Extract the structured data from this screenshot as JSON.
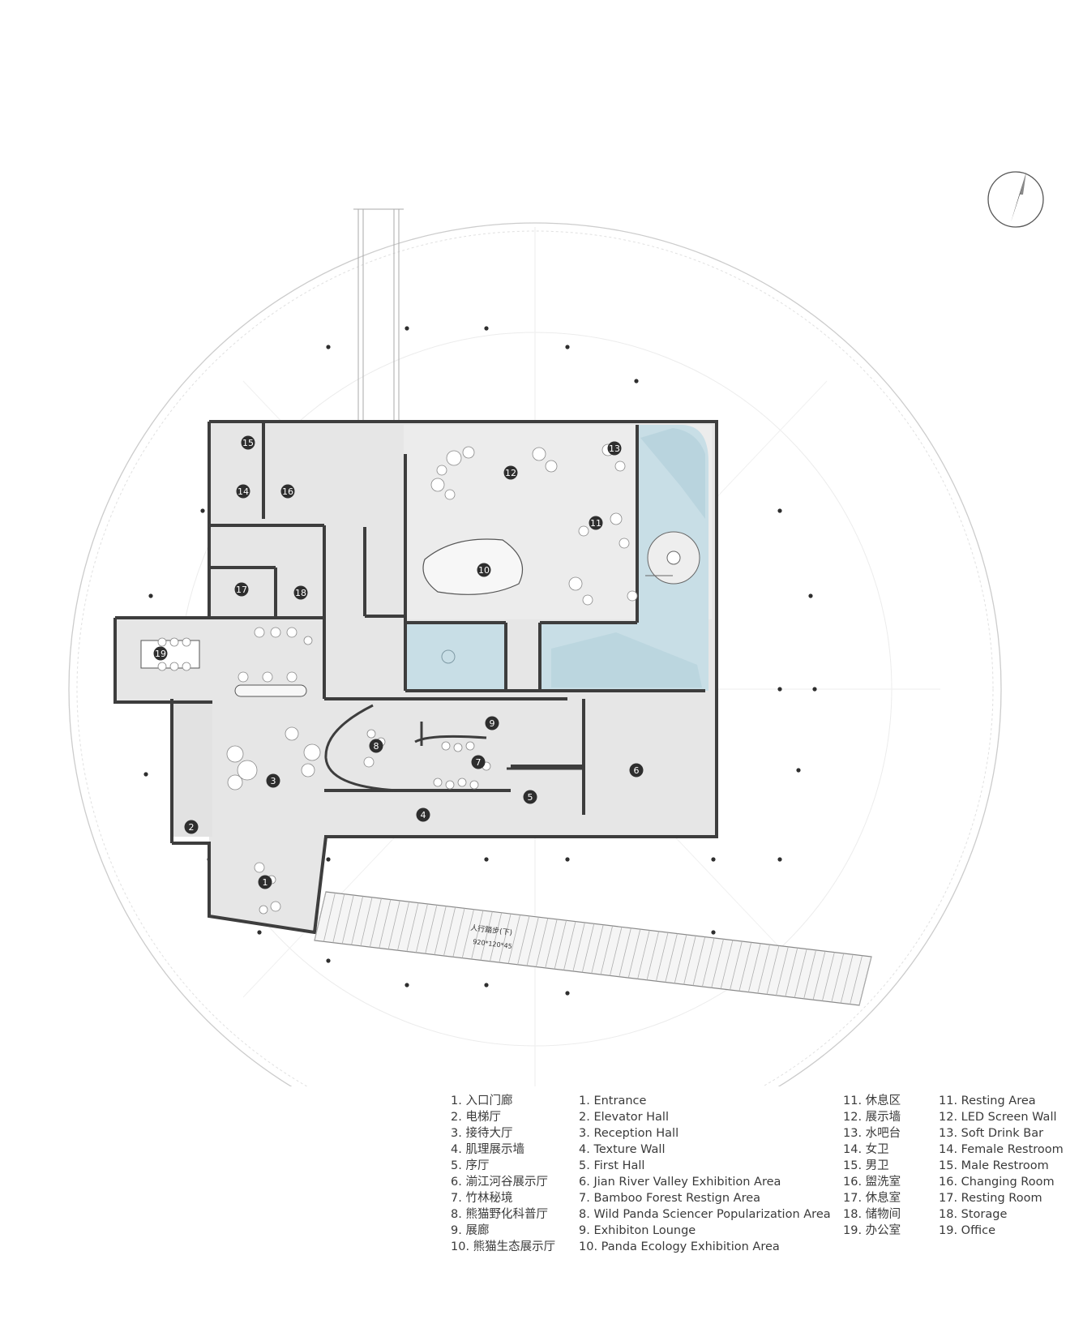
{
  "plan": {
    "markers": [
      {
        "id": "1",
        "color": "dark"
      },
      {
        "id": "2",
        "color": "dark"
      },
      {
        "id": "3",
        "color": "dark"
      },
      {
        "id": "4",
        "color": "dark"
      },
      {
        "id": "5",
        "color": "dark"
      },
      {
        "id": "6",
        "color": "dark"
      },
      {
        "id": "7",
        "color": "dark"
      },
      {
        "id": "8",
        "color": "dark"
      },
      {
        "id": "9",
        "color": "dark"
      },
      {
        "id": "10",
        "color": "dark"
      },
      {
        "id": "11",
        "color": "dark"
      },
      {
        "id": "12",
        "color": "dark"
      },
      {
        "id": "13",
        "color": "dark"
      },
      {
        "id": "14",
        "color": "dark"
      },
      {
        "id": "15",
        "color": "dark"
      },
      {
        "id": "16",
        "color": "dark"
      },
      {
        "id": "17",
        "color": "dark"
      },
      {
        "id": "18",
        "color": "dark"
      },
      {
        "id": "19",
        "color": "dark"
      }
    ],
    "ramp_label": "人行踏步(下)",
    "ramp_dims": "920*120*45",
    "colors": {
      "wall": "#3d3d3d",
      "floor": "#e6e6e6",
      "water": "#c9dfe6",
      "water_dark": "#a9cad5",
      "grid": "#cfcfcf",
      "marker": "#2e2e2e"
    }
  },
  "legend": {
    "cn_col1": [
      "1. 入口门廊",
      "2. 电梯厅",
      "3. 接待大厅",
      "4. 肌理展示墙",
      "5. 序厅",
      "6. 湔江河谷展示厅",
      "7. 竹林秘境",
      "8. 熊猫野化科普厅",
      "9. 展廊",
      "10. 熊猫生态展示厅"
    ],
    "en_col1": [
      "1. Entrance",
      "2. Elevator Hall",
      "3. Reception Hall",
      "4. Texture Wall",
      "5. First Hall",
      "6. Jian River Valley Exhibition Area",
      "7. Bamboo Forest Restign Area",
      "8. Wild Panda Sciencer Popularization Area",
      "9. Exhibiton Lounge",
      "10. Panda Ecology Exhibition Area"
    ],
    "cn_col2": [
      "11. 休息区",
      "12. 展示墙",
      "13. 水吧台",
      "14. 女卫",
      "15. 男卫",
      "16. 盥洗室",
      "17. 休息室",
      "18. 储物间",
      "19. 办公室"
    ],
    "en_col2": [
      "11. Resting Area",
      "12. LED Screen Wall",
      "13. Soft Drink Bar",
      "14. Female Restroom",
      "15. Male Restroom",
      "16. Changing Room",
      "17. Resting Room",
      "18. Storage",
      "19. Office"
    ]
  }
}
